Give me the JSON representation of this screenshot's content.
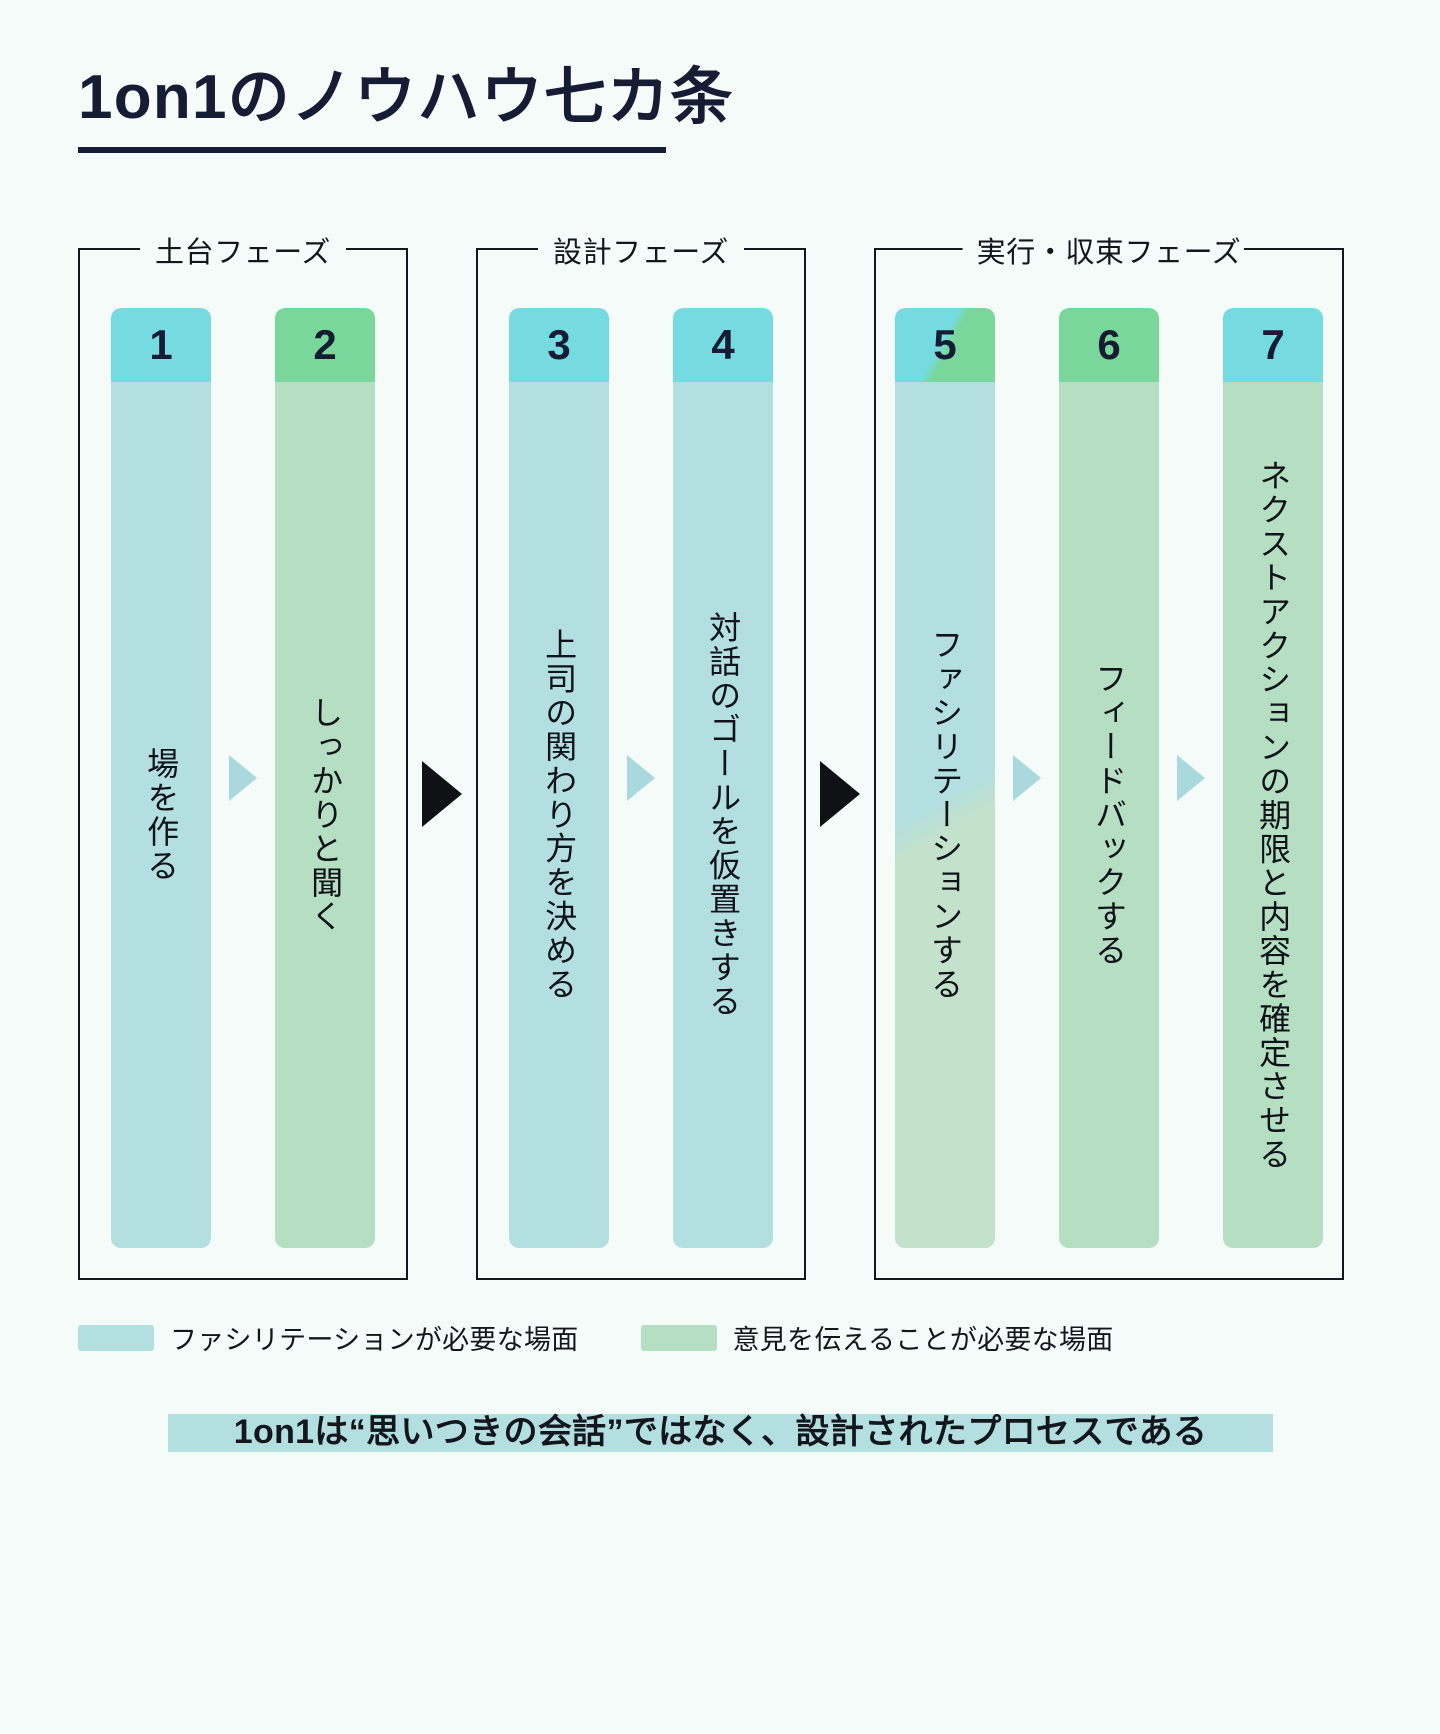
{
  "title": "1on1のノウハウ七カ条",
  "phases": [
    {
      "label": "土台フェーズ",
      "cards": [
        {
          "number": "1",
          "text": "場を作る",
          "head_color": "#76dbe0",
          "body_color": "#b3dfe1",
          "type": "blue"
        },
        {
          "number": "2",
          "text": "しっかりと聞く",
          "head_color": "#79d79b",
          "body_color": "#b6dec3",
          "type": "green"
        }
      ]
    },
    {
      "label": "設計フェーズ",
      "cards": [
        {
          "number": "3",
          "text": "上司の関わり方を決める",
          "head_color": "#76dbe0",
          "body_color": "#b3dfe1",
          "type": "blue"
        },
        {
          "number": "4",
          "text": "対話のゴールを仮置きする",
          "head_color": "#76dbe0",
          "body_color": "#b3dfe1",
          "type": "blue"
        }
      ]
    },
    {
      "label": "実行・収束フェーズ",
      "cards": [
        {
          "number": "5",
          "text": "ファシリテーションする",
          "head_color": "#76dbe0",
          "body_color": "#b3dfe1",
          "type": "split"
        },
        {
          "number": "6",
          "text": "フィードバックする",
          "head_color": "#79d79b",
          "body_color": "#b6dec3",
          "type": "green"
        },
        {
          "number": "7",
          "text": "ネクストアクションの期限と内容を確定させる",
          "head_color": "#76dbe0",
          "body_color": "#b6dec3",
          "type": "green"
        }
      ]
    }
  ],
  "legend": [
    {
      "label": "ファシリテーションが必要な場面",
      "color": "#b3dfe1"
    },
    {
      "label": "意見を伝えることが必要な場面",
      "color": "#b6dec3"
    }
  ],
  "footer": {
    "text": "1on1は“思いつきの会話”ではなく、設計されたプロセスである",
    "highlight_color": "#b3dfe1"
  },
  "accent": {
    "ink": "#161c33",
    "background": "#f5fbf8",
    "arrow_small": "#a9d8dd",
    "arrow_large": "#0f1115"
  }
}
